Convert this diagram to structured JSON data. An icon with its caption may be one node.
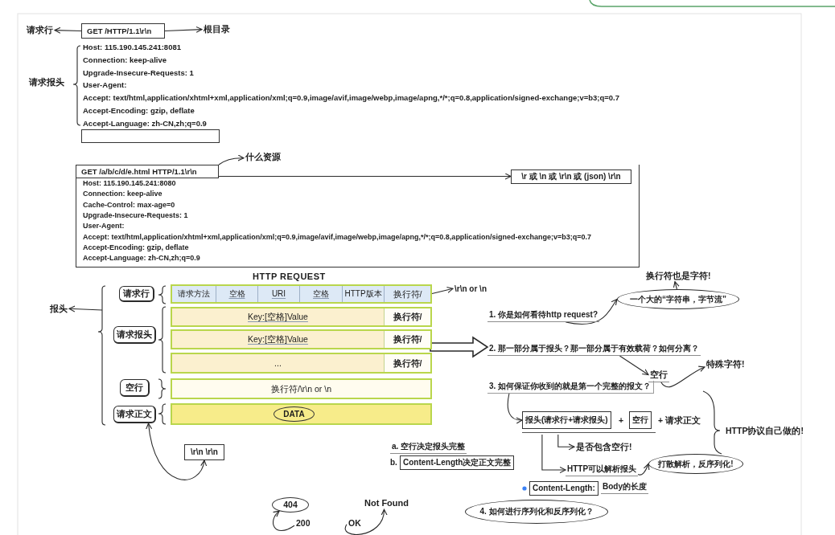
{
  "diagram": {
    "nodes": [
      {
        "text": [
          "请求行"
        ]
      },
      {
        "text": [
          "GET /HTTP/1.1\\r\\n"
        ]
      },
      {
        "text": [
          "根目录"
        ]
      },
      {
        "text": [],
        "shape": "box"
      },
      {
        "text": [
          "什么资源"
        ]
      },
      {
        "text": [
          "Host: 115.190.145.241:8080",
          "Connection: keep-alive",
          "Cache-Control: max-age=0",
          "Upgrade-Insecure-Requests: 1",
          "User-Agent:",
          "Accept: text/html,application/xhtml+xml,application/xml;q=0.9,image/avif,image/webp,image/apng,*/*;q=0.8,application/signed-exchange;v=b3;q=0.7",
          "Accept-Encoding: gzip, deflate",
          "Accept-Language: zh-CN,zh;q=0.9"
        ]
      },
      {
        "text": [
          "GET /a/b/c/d/e.html HTTP/1.1\\r\\n"
        ],
        "in": 5
      },
      {
        "text": [
          "\\r 或 \\n 或 \\r\\n 或 (json) \\r\\n"
        ],
        "in": 5
      },
      {
        "text": [
          "报头"
        ]
      },
      {
        "text": [
          "请求行"
        ]
      },
      {
        "text": [
          "请求报头"
        ]
      },
      {
        "text": [
          "空行"
        ]
      },
      {
        "text": [
          "请求正文"
        ]
      },
      {
        "text": [
          "请求方法"
        ]
      },
      {
        "text": [
          "空格"
        ]
      },
      {
        "text": [
          "URI"
        ]
      },
      {
        "text": [
          "空格"
        ]
      },
      {
        "text": [
          "HTTP版本"
        ]
      },
      {
        "text": [
          "换行符/"
        ]
      },
      {
        "text": [
          "\\r\\n or \\n"
        ]
      },
      {
        "text": [
          "Key:[空格]Value"
        ]
      },
      {
        "text": [
          "换行符/"
        ]
      },
      {
        "text": [
          "Key:[空格]Value"
        ]
      },
      {
        "text": [
          "换行符/"
        ]
      },
      {
        "text": [
          "..."
        ]
      },
      {
        "text": [
          "换行符/"
        ]
      },
      {
        "text": [
          "换行符/\\r\\n or \\n"
        ]
      },
      {
        "text": [],
        "shape": "bar"
      },
      {
        "text": [
          "DATA"
        ],
        "in": 27
      },
      {
        "text": [
          "\\r\\n \\r\\n"
        ]
      },
      {
        "text": [
          "换行符也是字符!"
        ]
      },
      {
        "text": [
          "一个大的“字符串，字节流”"
        ]
      },
      {
        "text": [
          "1. 你是如何看待http request?"
        ]
      },
      {
        "text": [
          "2. 那一部分属于报头？那一部分属于有效载荷？如何分离？"
        ]
      },
      {
        "text": [
          "空行"
        ]
      },
      {
        "text": [
          "特殊字符!"
        ]
      },
      {
        "text": [
          "3. 如何保证你收到的就是第一个完整的报文？"
        ]
      },
      {
        "text": [
          "报头(请求行+请求报头)"
        ]
      },
      {
        "text": [
          "空行"
        ]
      },
      {
        "text": [
          "是否包含空行!"
        ]
      },
      {
        "text": [
          "Content-Length决定正文完整"
        ],
        "beside": [
          "b."
        ]
      },
      {
        "text": [
          "HTTP可以解析报头"
        ]
      },
      {
        "text": [
          "打散解析，反序列化!"
        ]
      },
      {
        "text": [
          "Content-Length:"
        ],
        "beside": [
          "Body的长度"
        ]
      },
      {
        "text": [
          "4. 如何进行序列化和反序列化？"
        ]
      },
      {
        "text": [
          "404"
        ]
      },
      {
        "text": [
          "200"
        ]
      },
      {
        "text": [
          "OK"
        ]
      },
      {
        "text": [
          "Not Found"
        ]
      },
      {
        "text": [],
        "shape": "line"
      }
    ],
    "edges": [
      {
        "from": 1,
        "to": 0,
        "arrow": "to"
      },
      {
        "from": 1,
        "to": 2,
        "arrow": "to"
      },
      {
        "from": 6,
        "to": 4,
        "arrow": "to"
      },
      {
        "from": 6,
        "to": 7,
        "arrow": "to"
      },
      {
        "from": null,
        "to": 8,
        "arrow": "to"
      },
      {
        "from": 18,
        "to": 19,
        "arrow": "to"
      },
      {
        "from": 29,
        "to": 12,
        "arrow": "both"
      },
      {
        "from": 31,
        "to": 30,
        "arrow": "to"
      },
      {
        "from": 32,
        "to": 31,
        "arrow": "to"
      },
      {
        "from": 33,
        "to": 34,
        "arrow": "to"
      },
      {
        "from": 34,
        "to": 35,
        "arrow": "to"
      },
      {
        "from": 36,
        "to": 37,
        "arrow": "to"
      },
      {
        "from": 49,
        "to": 39,
        "arrow": "to"
      },
      {
        "from": 49,
        "to": 41,
        "arrow": "to"
      },
      {
        "from": 41,
        "to": 42,
        "arrow": "to"
      },
      {
        "from": 46,
        "to": 45,
        "arrow": "to"
      },
      {
        "from": 47,
        "to": 48,
        "arrow": "to"
      },
      {
        "from": 23,
        "to": 33,
        "arrow": "to",
        "style": "thick"
      }
    ],
    "labels": [
      "请求报头",
      "Host: 115.190.145.241:8081",
      "Connection: keep-alive",
      "Upgrade-Insecure-Requests: 1",
      "User-Agent:",
      "Accept: text/html,application/xhtml+xml,application/xml;q=0.9,image/avif,image/webp,image/apng,*/*;q=0.8,application/signed-exchange;v=b3;q=0.7",
      "Accept-Encoding: gzip, deflate",
      "Accept-Language: zh-CN,zh;q=0.9",
      "HTTP REQUEST",
      "+",
      "+ 请求正文",
      "HTTP协议自己做的!",
      "a. 空行决定报头完整"
    ]
  }
}
